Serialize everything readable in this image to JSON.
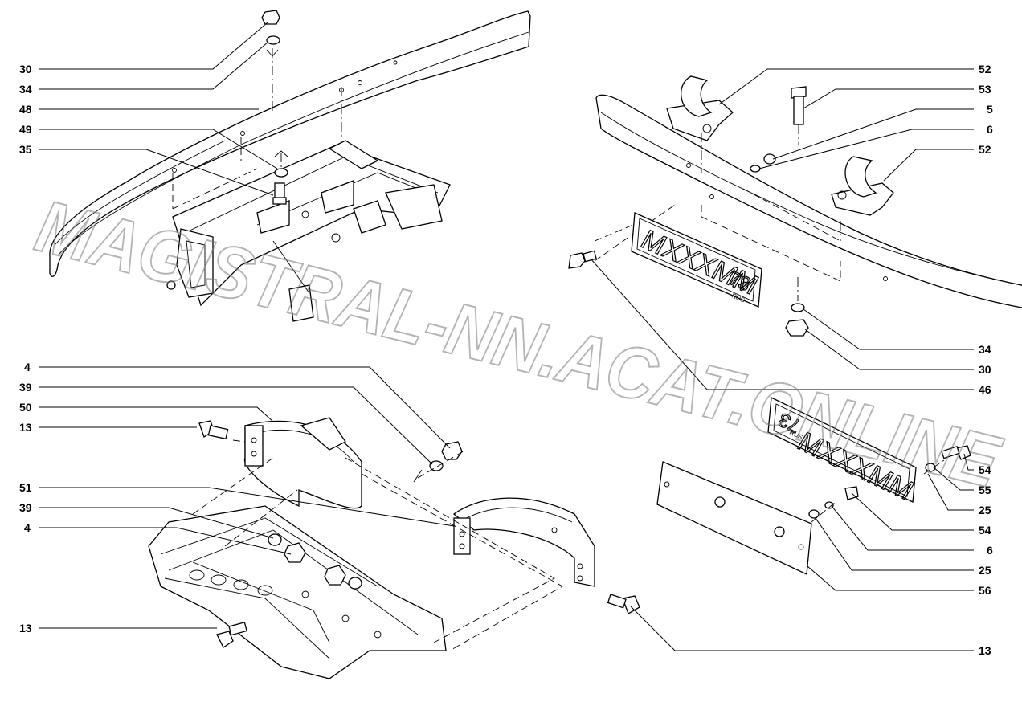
{
  "watermark": "MAGISTRAL-NN.ACAT.ONLINE",
  "plate_front": {
    "text": "MXXXMM",
    "region": "73",
    "suffix": "RUS"
  },
  "plate_rear": {
    "text": "MXXXMM",
    "region": "73",
    "suffix": "RUS"
  },
  "callouts": {
    "left": [
      "30",
      "34",
      "48",
      "49",
      "35",
      "4",
      "39",
      "50",
      "13",
      "51",
      "39",
      "4",
      "13"
    ],
    "right": [
      "52",
      "53",
      "5",
      "6",
      "52",
      "34",
      "30",
      "46",
      "54",
      "55",
      "25",
      "54",
      "6",
      "25",
      "56",
      "13"
    ]
  }
}
